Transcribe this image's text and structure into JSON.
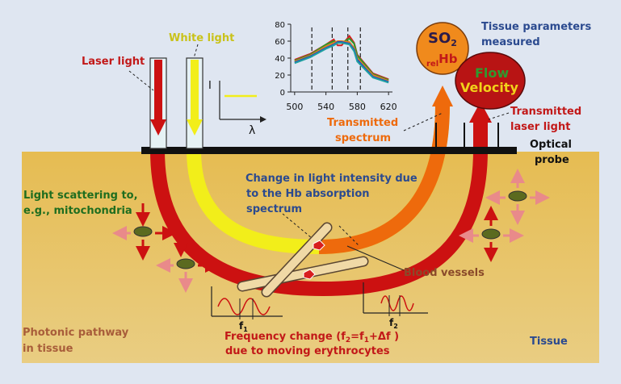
{
  "labels": {
    "laser_light": "Laser light",
    "white_light": "White light",
    "tissue_params": [
      "Tissue parameters",
      "measured"
    ],
    "so2": "SO",
    "so2_sub": "2",
    "relhb_sub": "rel",
    "relhb": "Hb",
    "flow": "Flow",
    "velocity": "Velocity",
    "transmitted_laser": [
      "Transmitted",
      "laser light"
    ],
    "transmitted_spectrum": [
      "Transmitted",
      "spectrum"
    ],
    "optical_probe": [
      "Optical",
      "probe"
    ],
    "change_intensity": [
      "Change in light intensity due",
      "to the Hb absorption",
      "spectrum"
    ],
    "scattering": [
      "Light scattering to,",
      "e.g., mitochondria"
    ],
    "blood_vessels": "Blood vessels",
    "frequency_change": [
      "Frequency change (f",
      "=f",
      "+Δf )",
      "due to moving erythrocytes"
    ],
    "photonic": [
      "Photonic pathway",
      "in tissue"
    ],
    "tissue": "Tissue",
    "inset_i": "I",
    "inset_lambda": "λ",
    "f1": "f",
    "f1_sub": "1",
    "f2": "f",
    "f2_sub": "2",
    "sub1": "1",
    "sub2": "2"
  },
  "spectrum_axes": {
    "x_ticks": [
      "500",
      "540",
      "580",
      "620"
    ],
    "y_ticks": [
      "0",
      "20",
      "40",
      "60",
      "80"
    ]
  },
  "colors": {
    "laser": "#cc1111",
    "white_light": "#f2ee1a",
    "spectrum": "#ee6a0c",
    "tissue": "#e3bb55",
    "background": "#dfe6f1",
    "so2_ellipse": "#f08a1c",
    "flow_ellipse": "#b81414",
    "label_red": "#c21818",
    "label_green": "#1f6d1f",
    "label_blue": "#2b4a8f",
    "label_brown": "#8a4a2a"
  },
  "chart_data": {
    "type": "line",
    "x": [
      500,
      520,
      540,
      550,
      555,
      560,
      570,
      576,
      580,
      600,
      620
    ],
    "xlim": [
      495,
      625
    ],
    "ylim": [
      0,
      80
    ],
    "series": [
      {
        "values": [
          38,
          45,
          56,
          62,
          55,
          55,
          66,
          58,
          44,
          22,
          15
        ]
      },
      {
        "values": [
          37,
          44,
          56,
          60,
          58,
          58,
          63,
          57,
          43,
          21,
          14
        ]
      },
      {
        "values": [
          36,
          43,
          54,
          58,
          60,
          60,
          59,
          52,
          40,
          20,
          13
        ]
      },
      {
        "values": [
          35,
          42,
          52,
          56,
          59,
          59,
          57,
          50,
          38,
          18,
          12
        ]
      },
      {
        "values": [
          34,
          41,
          51,
          55,
          58,
          58,
          56,
          48,
          36,
          17,
          11
        ]
      }
    ],
    "series_colors": [
      "#d42020",
      "#2a9a2a",
      "#e08020",
      "#2050c0",
      "#20a0a0"
    ],
    "dashed_markers": [
      522,
      548,
      568,
      584
    ]
  }
}
